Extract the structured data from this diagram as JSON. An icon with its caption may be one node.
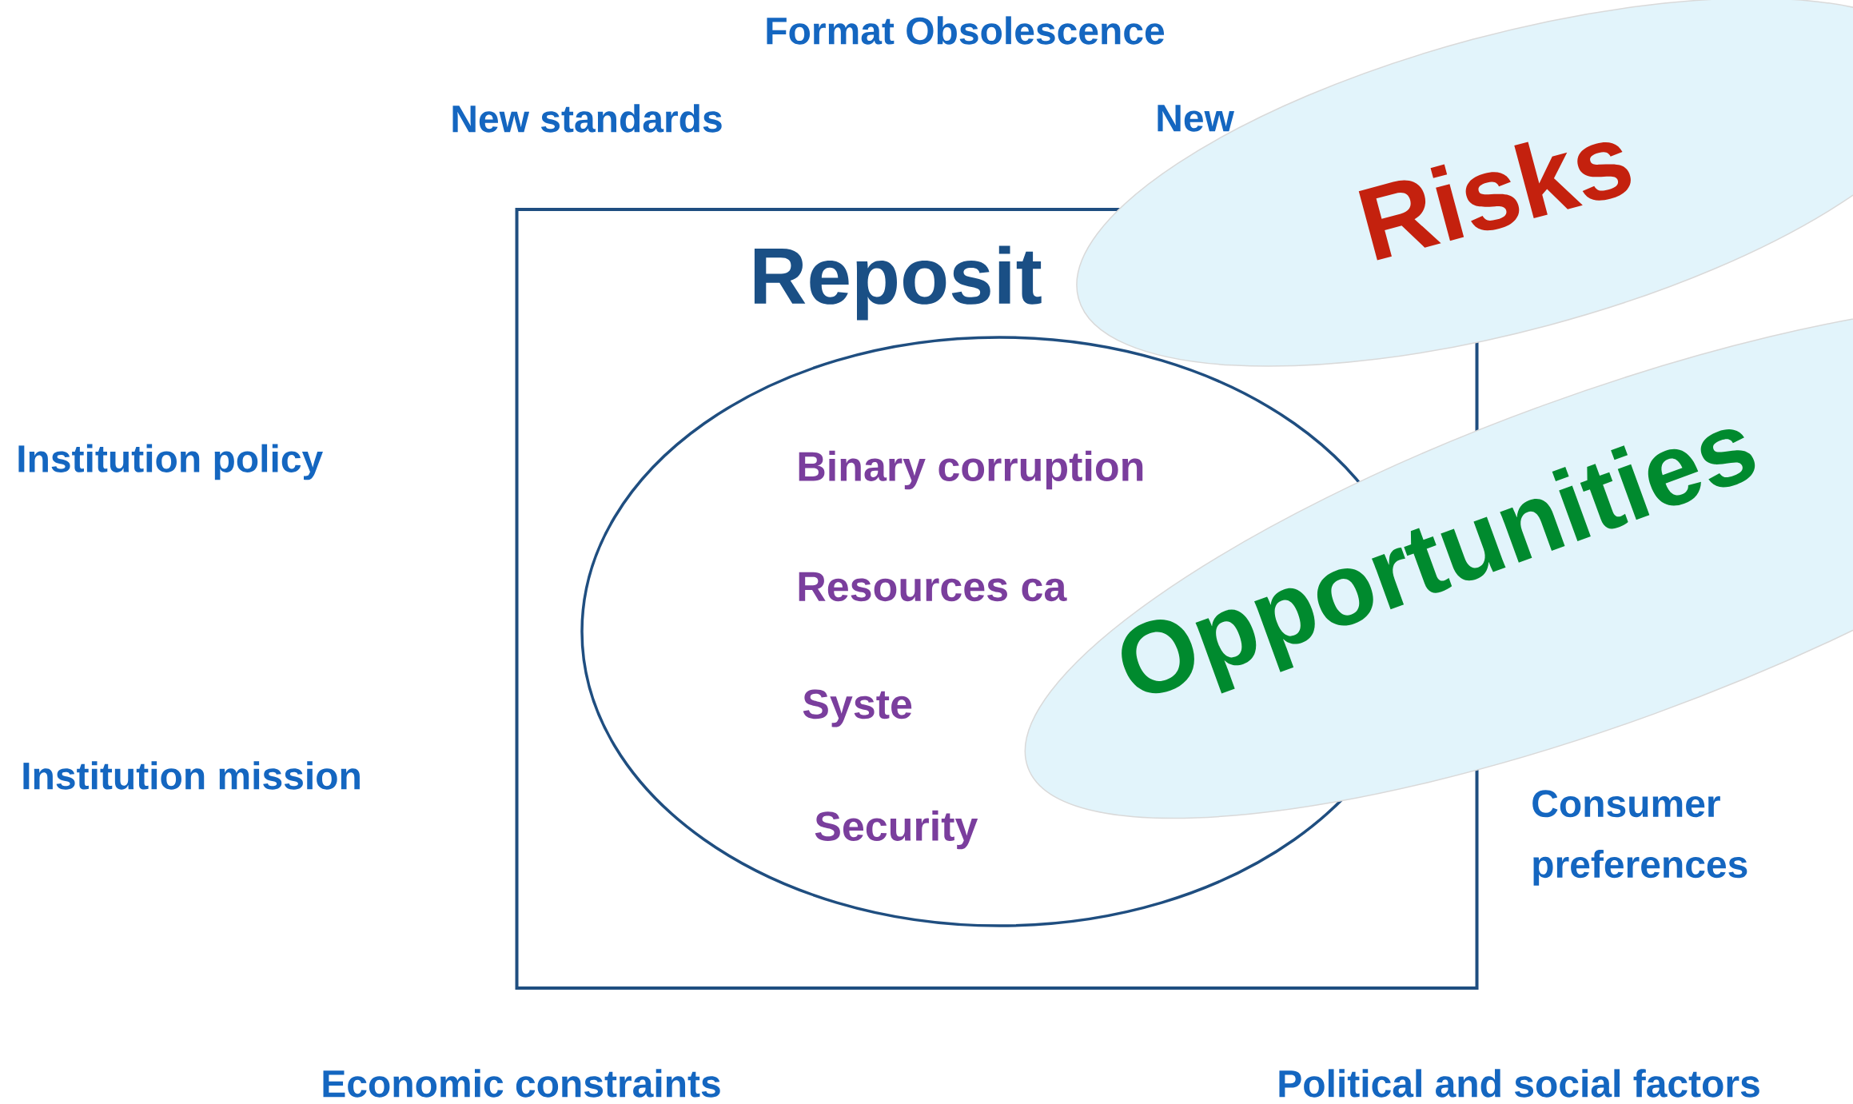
{
  "diagram": {
    "nodes": [
      {
        "text": [
          "Reposit"
        ]
      },
      {
        "text": [
          "Binary corruption",
          "Resources ca",
          "Syste",
          "Security"
        ],
        "in": 0
      },
      {
        "text": [
          "Risks"
        ]
      },
      {
        "text": [
          "Opportunities"
        ]
      }
    ],
    "labels": [
      "Format Obsolescence",
      "New standards",
      "New",
      "Institution policy",
      "Institution mission",
      "Consumer preferences",
      "Economic constraints",
      "Political and social factors"
    ]
  }
}
